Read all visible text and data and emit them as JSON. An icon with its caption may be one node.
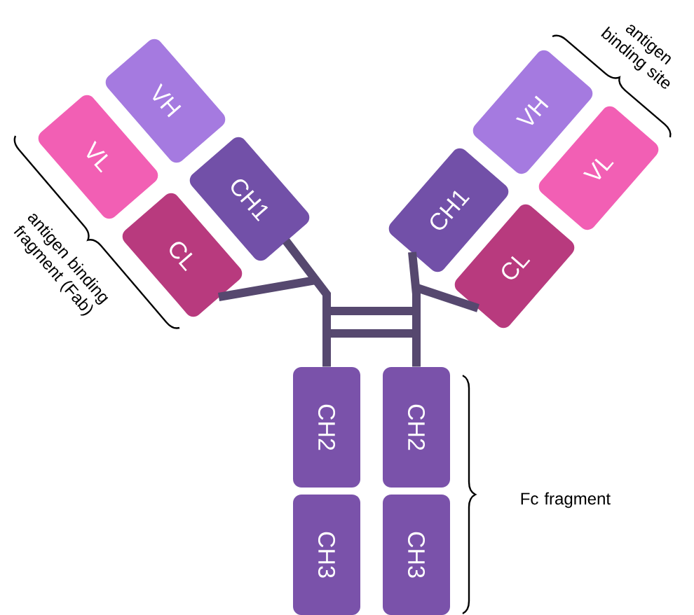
{
  "diagram": {
    "nodes": [
      {
        "text": [
          "VH"
        ]
      },
      {
        "text": [
          "VL"
        ]
      },
      {
        "text": [
          "CH1"
        ]
      },
      {
        "text": [
          "CL"
        ]
      },
      {
        "text": [
          "VH"
        ]
      },
      {
        "text": [
          "VL"
        ]
      },
      {
        "text": [
          "CH1"
        ]
      },
      {
        "text": [
          "CL"
        ]
      },
      {
        "text": [
          "CH2"
        ]
      },
      {
        "text": [
          "CH2"
        ]
      },
      {
        "text": [
          "CH3"
        ]
      },
      {
        "text": [
          "CH3"
        ]
      }
    ],
    "edges": [
      {
        "from": 2,
        "to": 8,
        "arrow": "none"
      },
      {
        "from": 6,
        "to": 9,
        "arrow": "none"
      },
      {
        "from": 3,
        "to": 2,
        "arrow": "none"
      },
      {
        "from": 7,
        "to": 6,
        "arrow": "none"
      }
    ],
    "labels": [
      "antigen binding site",
      "antigen binding fragment (Fab)",
      "Fc fragment"
    ]
  }
}
